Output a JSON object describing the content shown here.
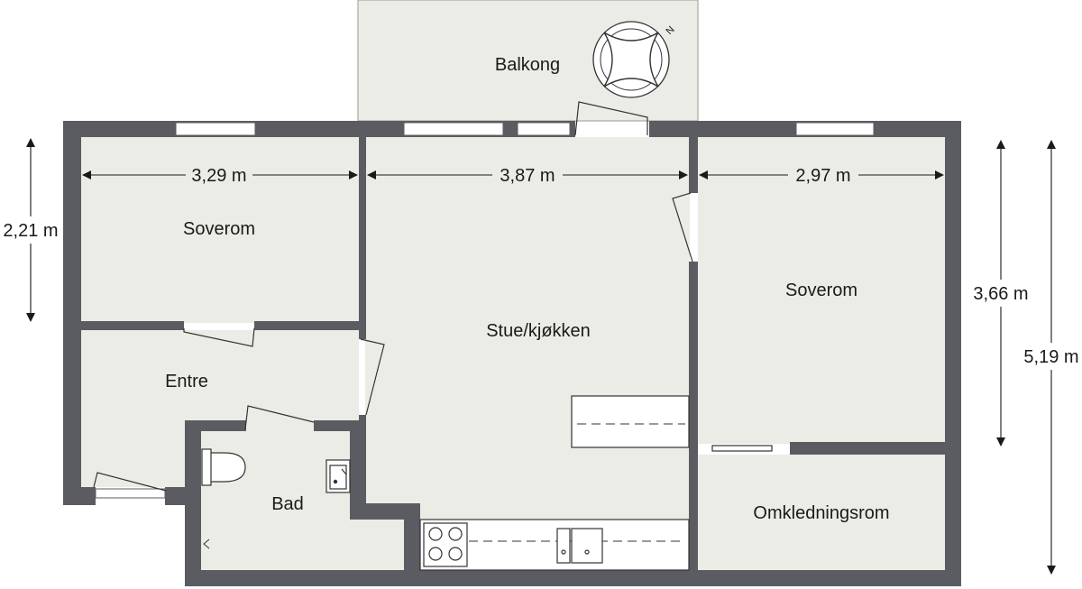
{
  "colors": {
    "wall": "#5a5c61",
    "floor": "#ecece6",
    "window": "#ffffff",
    "line": "#333333",
    "text": "#1a1a1a"
  },
  "rooms": {
    "balcony": "Balkong",
    "bedroom_left": "Soverom",
    "living_kitchen": "Stue/kjøkken",
    "bedroom_right": "Soverom",
    "entrance": "Entre",
    "bathroom": "Bad",
    "dressing_room": "Omkledningsrom"
  },
  "dimensions": {
    "left_bedroom_width": "3,29 m",
    "living_width": "3,87 m",
    "right_bedroom_width": "2,97 m",
    "left_bedroom_depth": "2,21 m",
    "right_bedroom_depth": "3,66 m",
    "total_depth": "5,19 m"
  },
  "compass": {
    "north_label": "N",
    "icon": "compass-icon"
  }
}
